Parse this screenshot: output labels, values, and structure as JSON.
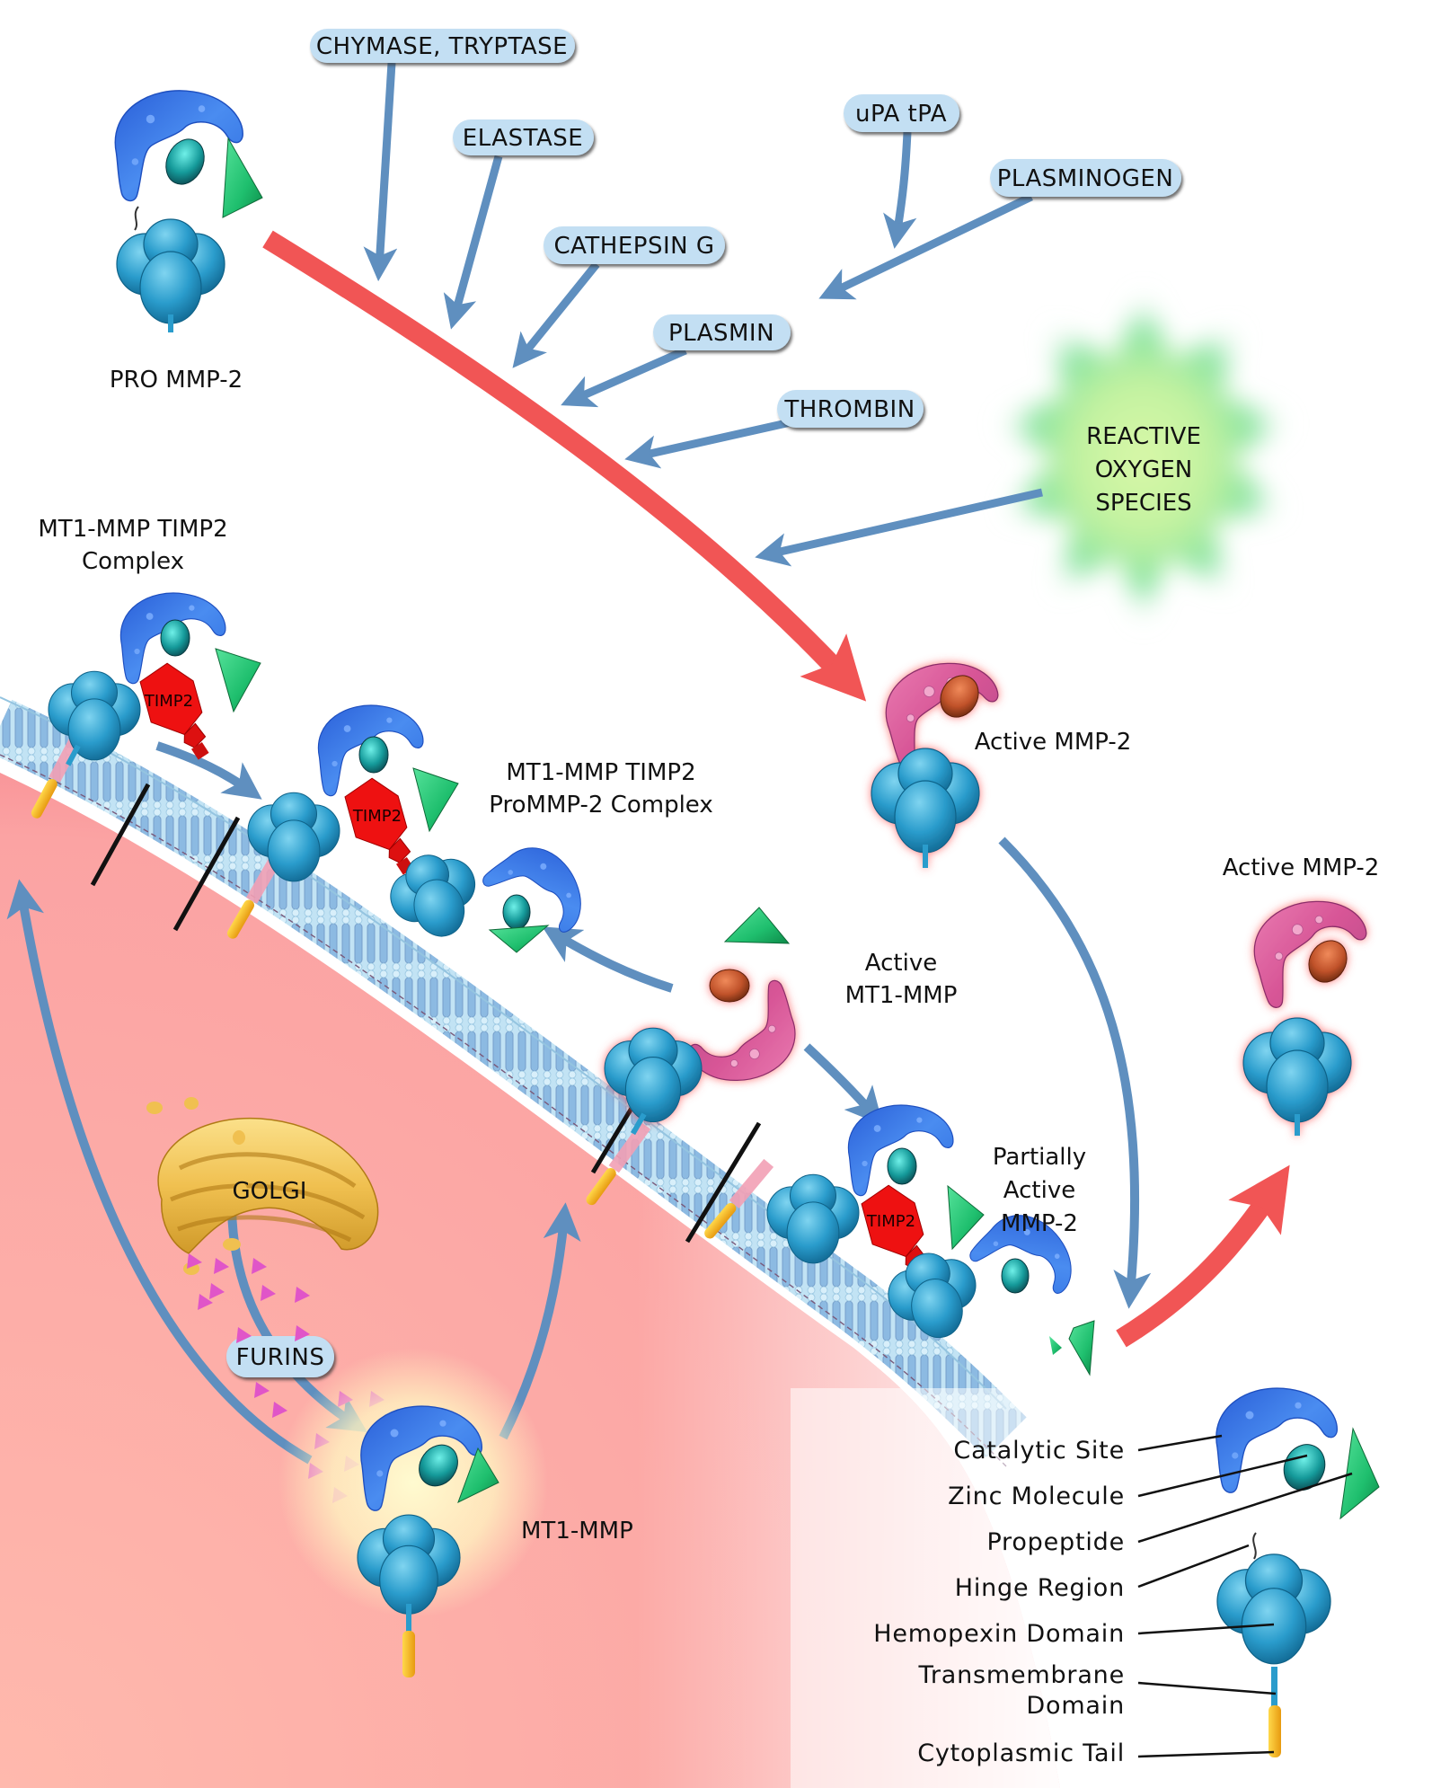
{
  "diagram": {
    "title": "MMP-2 activation pathway",
    "colors": {
      "background": "#ffffff",
      "cytoplasm": "#f7a0a0",
      "membrane": "#a9d2ea",
      "pill_fill": "#c3dff3",
      "blue_arrow": "#5f8fbf",
      "red_arrow": "#f15555",
      "catalytic_pro": "#3a78e0",
      "catalytic_active": "#d9609a",
      "hemopexin": "#2a9ccc",
      "propeptide": "#1fbf6e",
      "timp2": "#ee1111",
      "zinc_pro": "#1aa8a8",
      "zinc_active": "#c0522a",
      "golgi": "#f0c050",
      "furin_particles": "#e055c8",
      "ros_glow": "#8fe39a",
      "cytoplasmic_tail": "#f5b820"
    },
    "activators": [
      {
        "id": "chymase-tryptase",
        "label": "CHYMASE, TRYPTASE"
      },
      {
        "id": "elastase",
        "label": "ELASTASE"
      },
      {
        "id": "cathepsin-g",
        "label": "CATHEPSIN G"
      },
      {
        "id": "plasmin",
        "label": "PLASMIN"
      },
      {
        "id": "thrombin",
        "label": "THROMBIN"
      },
      {
        "id": "upa-tpa",
        "label": "uPA tPA"
      },
      {
        "id": "plasminogen",
        "label": "PLASMINOGEN"
      }
    ],
    "ros": {
      "lines": [
        "REACTIVE",
        "OXYGEN",
        "SPECIES"
      ]
    },
    "states": {
      "pro_mmp2": "PRO MMP-2",
      "mt1_timp2_complex": [
        "MT1-MMP TIMP2",
        "Complex"
      ],
      "mt1_timp2_prommp2_complex": [
        "MT1-MMP TIMP2",
        "ProMMP-2 Complex"
      ],
      "active_mmp2_a": "Active MMP-2",
      "active_mmp2_b": "Active MMP-2",
      "active_mt1mmp": [
        "Active",
        "MT1-MMP"
      ],
      "partially_active_mmp2": [
        "Partially",
        "Active",
        "MMP-2"
      ],
      "mt1mmp": "MT1-MMP",
      "timp2": "TIMP2",
      "golgi": "GOLGI",
      "furins": "FURINS"
    },
    "legend": [
      {
        "id": "catalytic-site",
        "label": "Catalytic Site"
      },
      {
        "id": "zinc-molecule",
        "label": "Zinc Molecule"
      },
      {
        "id": "propeptide",
        "label": "Propeptide"
      },
      {
        "id": "hinge-region",
        "label": "Hinge Region"
      },
      {
        "id": "hemopexin-domain",
        "label": "Hemopexin Domain"
      },
      {
        "id": "transmembrane-domain",
        "label": [
          "Transmembrane",
          "Domain"
        ]
      },
      {
        "id": "cytoplasmic-tail",
        "label": "Cytoplasmic Tail"
      }
    ]
  }
}
